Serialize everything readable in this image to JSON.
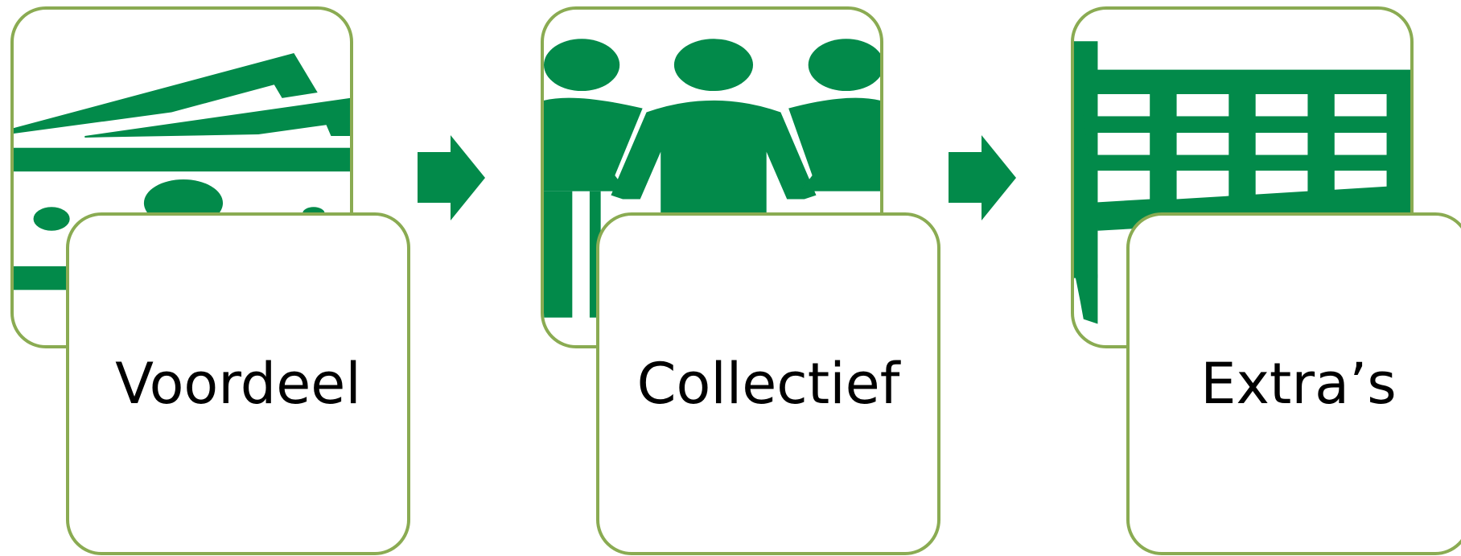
{
  "colors": {
    "icon_green": "#028a4a",
    "border_green": "#8aab52"
  },
  "steps": [
    {
      "label": "Voordeel",
      "icon": "coins-banknotes-icon"
    },
    {
      "label": "Collectief",
      "icon": "people-group-icon"
    },
    {
      "label": "Extra’s",
      "icon": "calendar-grid-icon"
    }
  ],
  "connectors": [
    {
      "icon": "arrow-right-icon"
    },
    {
      "icon": "arrow-right-icon"
    }
  ]
}
